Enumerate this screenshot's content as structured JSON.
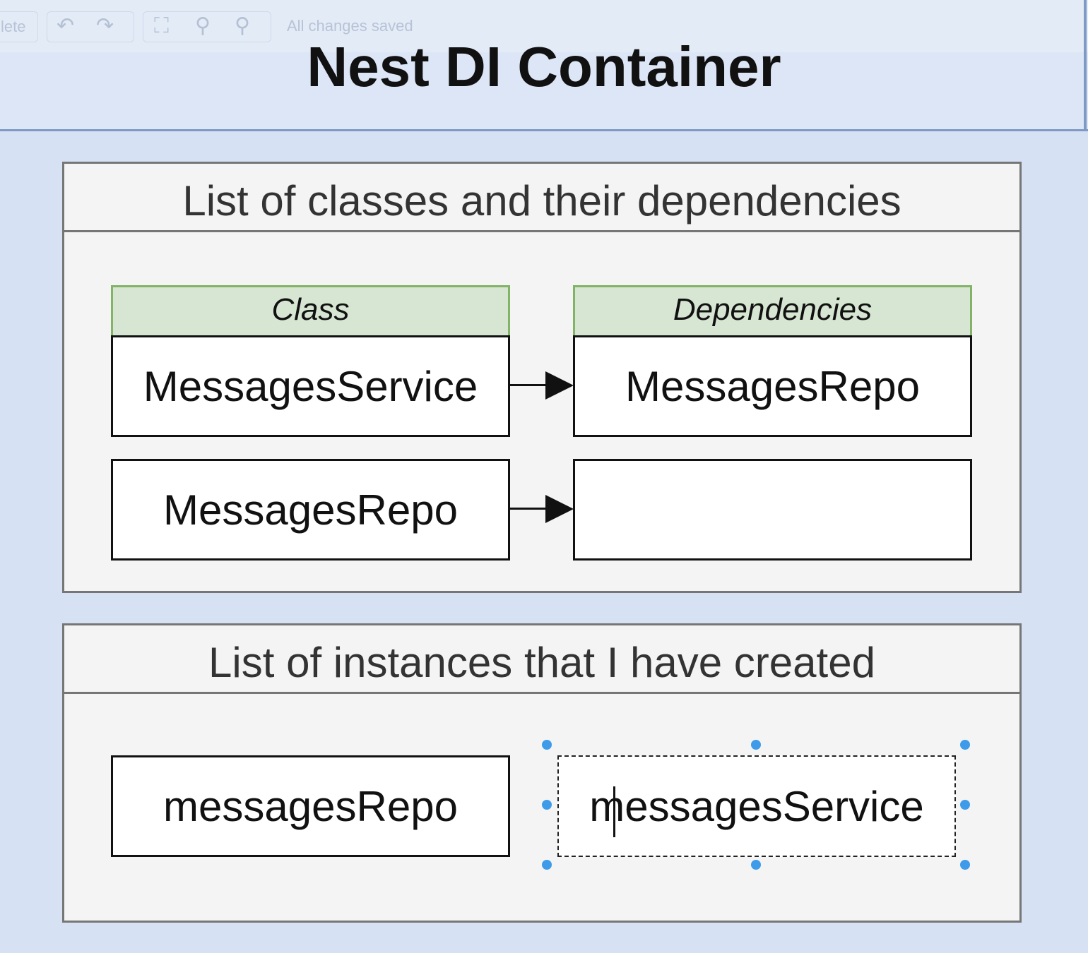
{
  "toolbar": {
    "delete_label": "lete",
    "undo_icon": "undo-icon",
    "redo_icon": "redo-icon",
    "fullscreen_icon": "fullscreen-icon",
    "zoom_in_icon": "zoom-in-icon",
    "zoom_out_icon": "zoom-out-icon",
    "status": "All changes saved"
  },
  "diagram": {
    "title": "Nest DI Container",
    "classes_panel": {
      "title": "List of classes and their dependencies",
      "class_header": "Class",
      "dependencies_header": "Dependencies",
      "rows": [
        {
          "class": "MessagesService",
          "dependency": "MessagesRepo"
        },
        {
          "class": "MessagesRepo",
          "dependency": ""
        }
      ]
    },
    "instances_panel": {
      "title": "List of instances that I have created",
      "instances": [
        "messagesRepo",
        "messagesService"
      ]
    }
  },
  "colors": {
    "canvas_bg": "#d6e2f4",
    "panel_bg": "#f4f4f4",
    "header_green": "#d7e6d3",
    "header_green_border": "#82b366",
    "selection_blue": "#3d9be9"
  }
}
